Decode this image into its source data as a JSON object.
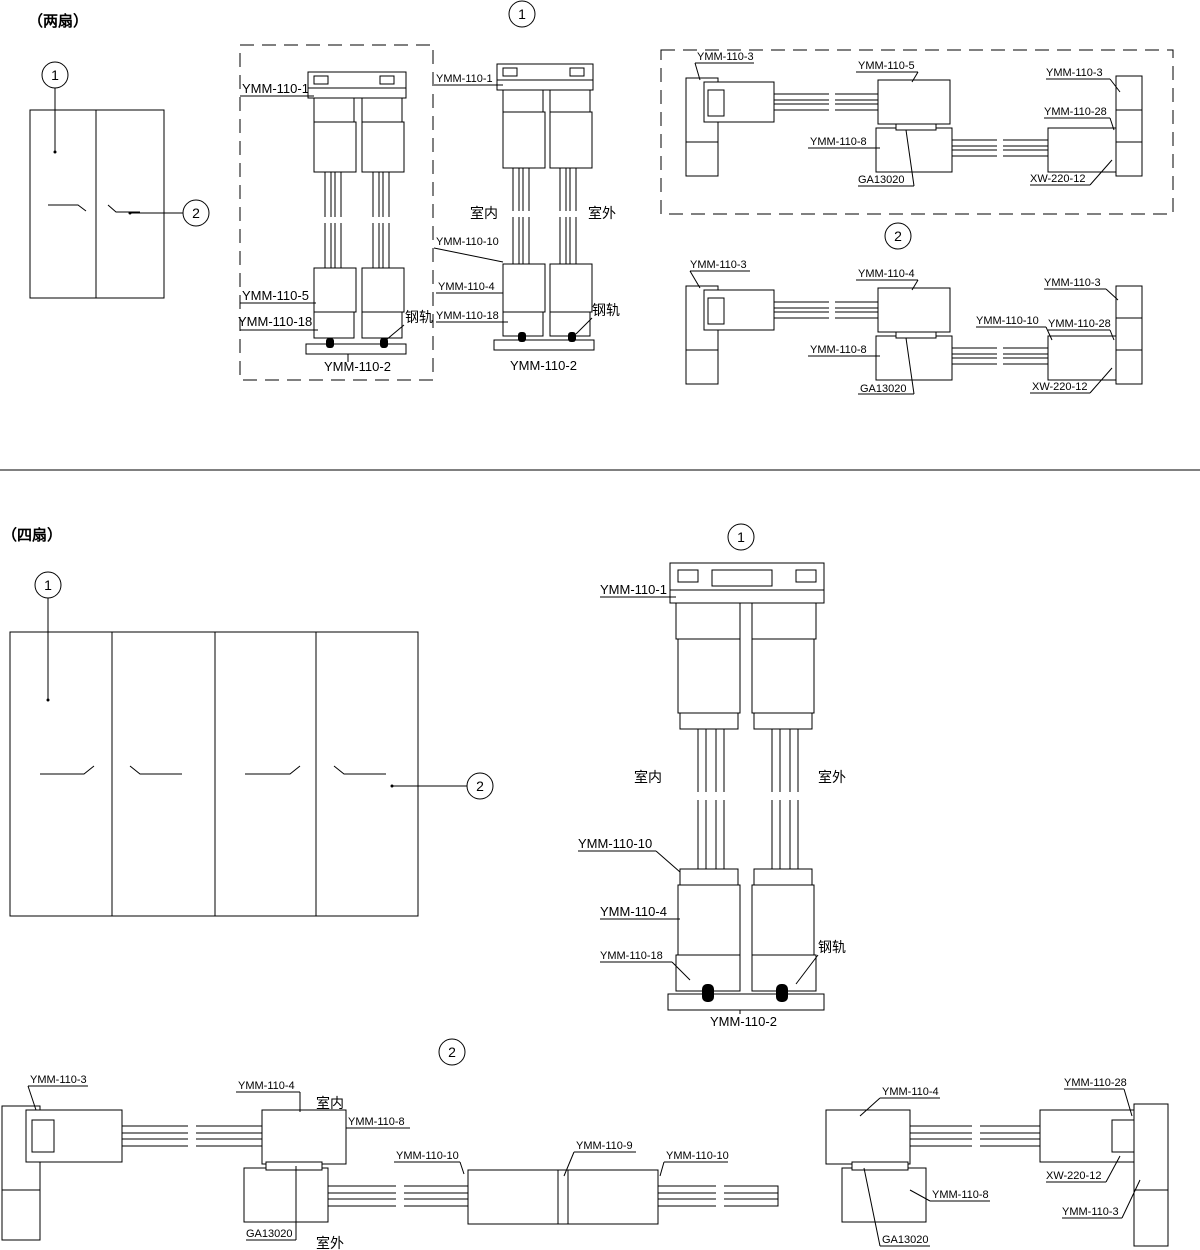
{
  "sections": {
    "two_panel_title": "（两扇）",
    "four_panel_title": "（四扇）"
  },
  "markers": {
    "one": "1",
    "two": "2"
  },
  "two_panel": {
    "view1_left": {
      "labels": [
        "YMM-110-1",
        "YMM-110-5",
        "YMM-110-18",
        "钢轨",
        "YMM-110-2"
      ]
    },
    "view1_right": {
      "labels": [
        "YMM-110-1",
        "YMM-110-10",
        "YMM-110-4",
        "YMM-110-18",
        "钢轨",
        "YMM-110-2"
      ],
      "indoor": "室内",
      "outdoor": "室外"
    },
    "view2_top": {
      "labels": [
        "YMM-110-3",
        "YMM-110-5",
        "YMM-110-8",
        "GA13020",
        "YMM-110-3",
        "YMM-110-28",
        "XW-220-12"
      ]
    },
    "view2_bottom": {
      "labels": [
        "YMM-110-3",
        "YMM-110-4",
        "YMM-110-8",
        "GA13020",
        "YMM-110-10",
        "YMM-110-3",
        "YMM-110-28",
        "XW-220-12"
      ]
    }
  },
  "four_panel": {
    "view1": {
      "labels": [
        "YMM-110-1",
        "YMM-110-10",
        "YMM-110-4",
        "YMM-110-18",
        "钢轨",
        "YMM-110-2"
      ],
      "indoor": "室内",
      "outdoor": "室外"
    },
    "view2": {
      "labels": [
        "YMM-110-3",
        "YMM-110-4",
        "YMM-110-8",
        "GA13020",
        "YMM-110-10",
        "YMM-110-9",
        "YMM-110-10",
        "YMM-110-4",
        "YMM-110-8",
        "GA13020",
        "YMM-110-28",
        "XW-220-12",
        "YMM-110-3"
      ],
      "indoor": "室内",
      "outdoor": "室外"
    }
  }
}
